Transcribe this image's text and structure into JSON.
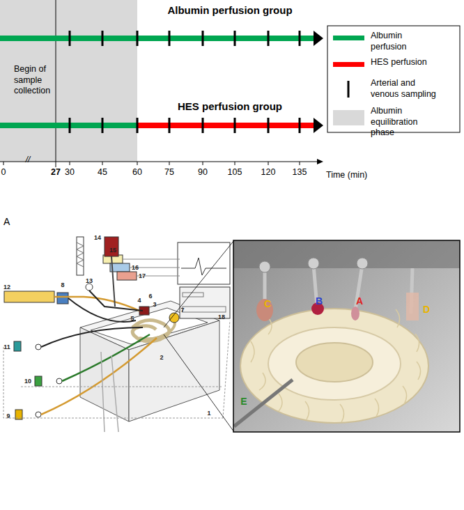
{
  "diagram": {
    "labels": [
      "Albumin perfusion group",
      "HES perfusion group",
      "Begin of sample collection",
      "0",
      "//",
      "27",
      "30",
      "45",
      "60",
      "75",
      "90",
      "105",
      "120",
      "135",
      "Time (min)",
      "A",
      "1",
      "2",
      "3",
      "4",
      "5",
      "6",
      "7",
      "8",
      "9",
      "10",
      "11",
      "12",
      "13",
      "14",
      "15",
      "16",
      "17",
      "18",
      "C",
      "B",
      "A",
      "D",
      "E"
    ],
    "legend": [
      {
        "text": "Albumin perfusion",
        "color": "#00a651"
      },
      {
        "text": "HES perfusion",
        "color": "#ff0000"
      },
      {
        "text": "Arterial and venous sampling"
      },
      {
        "text": "Albumin equilibration phase",
        "color": "#d9d9d9"
      }
    ]
  }
}
